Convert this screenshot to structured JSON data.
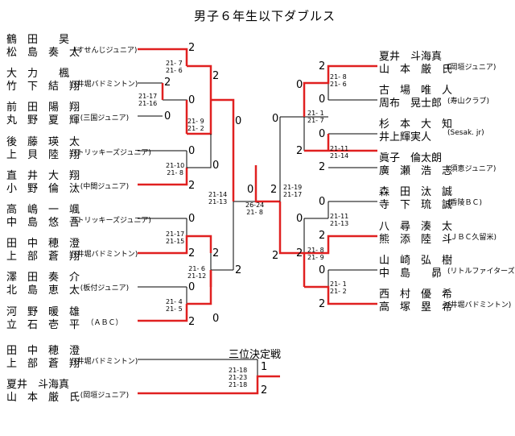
{
  "title": "男子６年生以下ダブルス",
  "third_place_title": "三位決定戦",
  "left": [
    {
      "p1": "鶴　田　　昊",
      "p2": "松　島　奏　太",
      "team": "(すせんじジュニア)"
    },
    {
      "p1": "大　力　　楓",
      "p2": "竹　下　結　翔",
      "team": "(井堀バドミントン)"
    },
    {
      "p1": "前　田　陽　翔",
      "p2": "丸　野　夏　輝",
      "team": "(三国ジュニア)"
    },
    {
      "p1": "後　藤　瑛　太",
      "p2": "上　貝　陸　翔",
      "team": "(トリッキーズジュニア)"
    },
    {
      "p1": "直　井　大　翔",
      "p2": "小　野　倫　汰",
      "team": "(中間ジュニア)"
    },
    {
      "p1": "高　嶋　一　颯",
      "p2": "中　島　悠　吾",
      "team": "(トリッキーズジュニア)"
    },
    {
      "p1": "田　中　穂　澄",
      "p2": "上　部　蒼　翔",
      "team": "(井堀バドミントン)"
    },
    {
      "p1": "澤　田　奏　介",
      "p2": "北　島　恵　太",
      "team": "(板付ジュニア)"
    },
    {
      "p1": "河　野　暖　雄",
      "p2": "立　石　壱　平",
      "team": "（ＡＢＣ）"
    }
  ],
  "right": [
    {
      "p1": "夏井　斗海真",
      "p2": "山　本　厳　氏",
      "team": "(岡垣ジュニア)"
    },
    {
      "p1": "古　場　唯　人",
      "p2": "周布　晃士郎",
      "team": "(寿山クラブ)"
    },
    {
      "p1": "杉　本　大　知",
      "p2": "井上輝実人",
      "team": "(Sesak. jr)"
    },
    {
      "p1": "眞子　倫太朗",
      "p2": "廣　瀬　浩　志",
      "team": "(須恵ジュニア)"
    },
    {
      "p1": "森　田　汰　誠",
      "p2": "寺　下　琉　誠",
      "team": "(香陵ＢＣ)"
    },
    {
      "p1": "八　尋　湊　太",
      "p2": "熊　添　陸　斗",
      "team": "(ＪＢＣ久留米)"
    },
    {
      "p1": "山　崎　弘　樹",
      "p2": "中　島　　昴",
      "team": "(リトルファイターズ)"
    },
    {
      "p1": "西　村　優　希",
      "p2": "高　塚　塁　希",
      "team": "(井堀バドミントン)"
    }
  ],
  "third": [
    {
      "p1": "田　中　穂　澄",
      "p2": "上　部　蒼　翔",
      "team": "(井堀バドミントン)"
    },
    {
      "p1": "夏井　斗海真",
      "p2": "山　本　厳　氏",
      "team": "(岡垣ジュニア)"
    }
  ],
  "results": {
    "L1": {
      "top": "2",
      "bot": "0",
      "scores": "21- 7\n21- 6"
    },
    "L2a": {
      "top": "2",
      "bot": "0",
      "scores": "21-17\n21-16"
    },
    "L2b": {
      "top": "2",
      "bot": "0",
      "scores": "21- 9\n21- 2"
    },
    "L3": {
      "top": "0",
      "bot": "2",
      "scores": "21-10\n21- 8"
    },
    "L4": {
      "top": "0",
      "bot": "2",
      "scores": "21-17\n21-15"
    },
    "L5": {
      "top": "0",
      "bot": "2",
      "scores": "21- 4\n21- 5"
    },
    "L6": {
      "top": "2",
      "bot": "0",
      "scores": "21- 6\n21-12"
    },
    "L7": {
      "top": "0",
      "bot": "2",
      "scores": "21-14\n21-13"
    },
    "F": {
      "left": "0",
      "right": "2",
      "scores": "26-24\n21- 8"
    },
    "R1": {
      "top": "2",
      "bot": "0",
      "scores": "21- 8\n21- 6"
    },
    "R2": {
      "top": "0",
      "bot": "2",
      "scores": "21-11\n21-14"
    },
    "R3": {
      "top": "0",
      "bot": "2",
      "scores": "21- 1\n21- 7"
    },
    "R4": {
      "top": "0",
      "bot": "2",
      "scores": "21-11\n21-13"
    },
    "R5": {
      "top": "0",
      "bot": "2",
      "scores": "21- 8\n21- 9"
    },
    "R6": {
      "top": "0",
      "bot": "2",
      "scores": "21- 1\n21- 2"
    },
    "R7": {
      "top": "0",
      "bot": "2",
      "scores": "21-19\n21-17"
    },
    "T": {
      "top": "1",
      "bot": "2",
      "scores": "21-18\n21-23\n21-18"
    }
  }
}
